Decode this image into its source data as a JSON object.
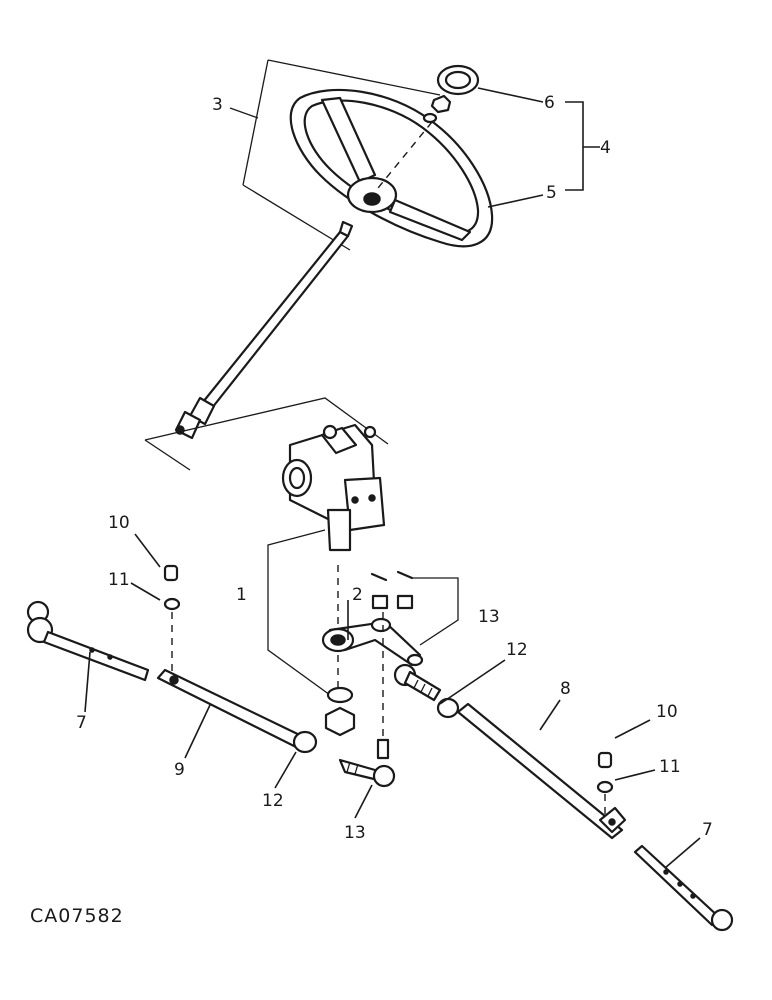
{
  "drawing_code": "CA07582",
  "callouts": {
    "c1": "1",
    "c2": "2",
    "c3": "3",
    "c4": "4",
    "c5": "5",
    "c6": "6",
    "c7_left": "7",
    "c7_right": "7",
    "c8": "8",
    "c9": "9",
    "c10_left": "10",
    "c10_right": "10",
    "c11_left": "11",
    "c11_right": "11",
    "c12_left": "12",
    "c12_right": "12",
    "c13_top": "13",
    "c13_bottom": "13"
  },
  "colors": {
    "ink": "#1a1a1a",
    "paper": "#ffffff"
  }
}
